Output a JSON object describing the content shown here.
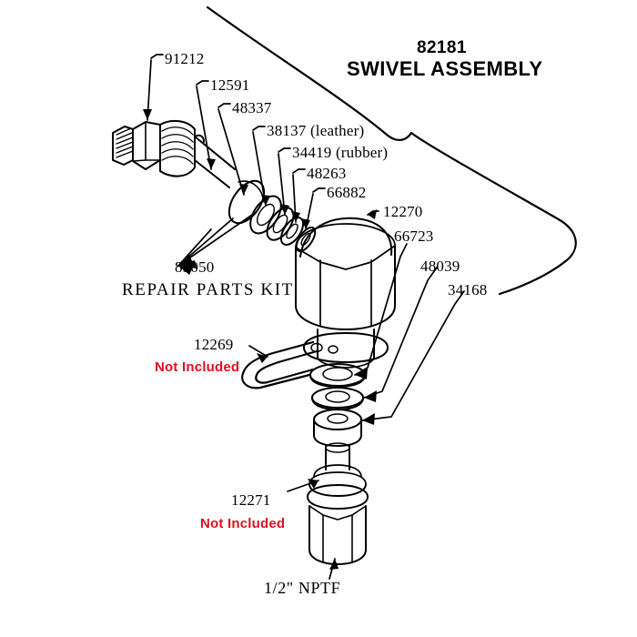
{
  "diagram": {
    "title_number": "82181",
    "title_text": "SWIVEL ASSEMBLY",
    "kit_number": "83050",
    "kit_text": "REPAIR PARTS KIT",
    "bottom_thread": "1/2\" NPTF",
    "not_included_text": "Not Included",
    "accent_color": "#e01020",
    "line_color": "#000000",
    "background_color": "#ffffff"
  },
  "callouts": [
    {
      "id": "c1",
      "number": "91212",
      "note": ""
    },
    {
      "id": "c2",
      "number": "12591",
      "note": ""
    },
    {
      "id": "c3",
      "number": "48337",
      "note": ""
    },
    {
      "id": "c4",
      "number": "38137 (leather)",
      "note": "leather"
    },
    {
      "id": "c5",
      "number": "34419 (rubber)",
      "note": "rubber"
    },
    {
      "id": "c6",
      "number": "48263",
      "note": ""
    },
    {
      "id": "c7",
      "number": "66882",
      "note": ""
    },
    {
      "id": "c8",
      "number": "12270",
      "note": ""
    },
    {
      "id": "c9",
      "number": "66723",
      "note": ""
    },
    {
      "id": "c10",
      "number": "48039",
      "note": ""
    },
    {
      "id": "c11",
      "number": "34168",
      "note": ""
    },
    {
      "id": "c12",
      "number": "12269",
      "note": "Not Included"
    },
    {
      "id": "c13",
      "number": "12271",
      "note": "Not Included"
    }
  ]
}
